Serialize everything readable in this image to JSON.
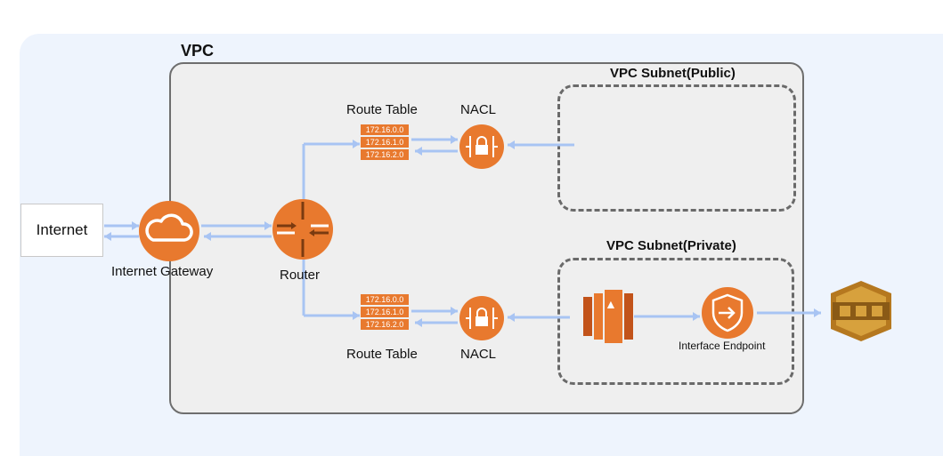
{
  "labels": {
    "vpc": "VPC",
    "subnet_public": "VPC Subnet(Public)",
    "subnet_private": "VPC Subnet(Private)",
    "internet": "Internet",
    "internet_gateway": "Internet Gateway",
    "router": "Router",
    "route_table_top": "Route Table",
    "route_table_bottom": "Route Table",
    "nacl_top": "NACL",
    "nacl_bottom": "NACL",
    "interface_endpoint": "Interface Endpoint"
  },
  "route_table_top": [
    "172.16.0.0",
    "172.16.1.0",
    "172.16.2.0"
  ],
  "route_table_bottom": [
    "172.16.0.0",
    "172.16.1.0",
    "172.16.2.0"
  ],
  "icons": [
    "internet-gateway-icon",
    "router-icon",
    "nacl-icon",
    "ec2-icon",
    "interface-endpoint-icon",
    "sqs-icon"
  ],
  "colors": {
    "orange": "#e8792e",
    "connector": "#a8c4f3",
    "canvas": "#eef4fd",
    "vpc_fill": "#efefef"
  }
}
